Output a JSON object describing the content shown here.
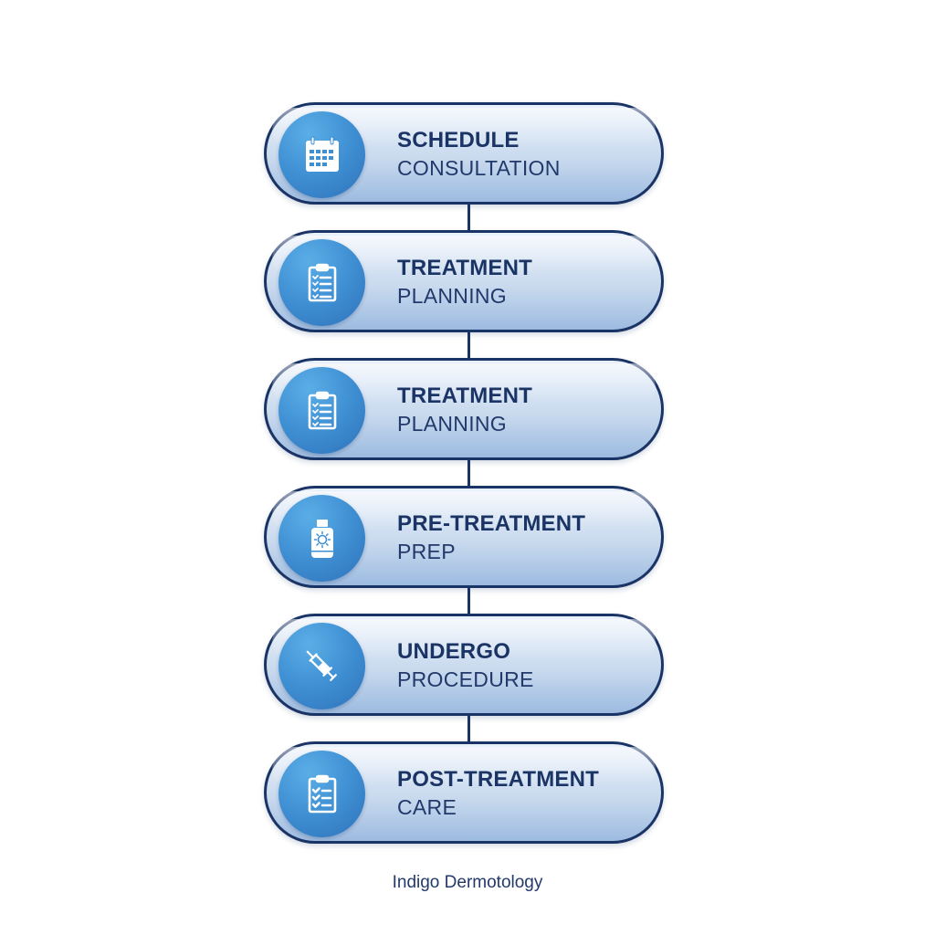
{
  "diagram": {
    "type": "vertical-process-flow",
    "steps": [
      {
        "title": "SCHEDULE",
        "subtitle": "CONSULTATION",
        "icon": "calendar-icon"
      },
      {
        "title": "TREATMENT",
        "subtitle": "PLANNING",
        "icon": "clipboard-checklist-icon"
      },
      {
        "title": "TREATMENT",
        "subtitle": "PLANNING",
        "icon": "clipboard-checklist-icon"
      },
      {
        "title": "PRE-TREATMENT",
        "subtitle": "PREP",
        "icon": "sunscreen-bottle-icon"
      },
      {
        "title": "UNDERGO",
        "subtitle": "PROCEDURE",
        "icon": "syringe-icon"
      },
      {
        "title": "POST-TREATMENT",
        "subtitle": "CARE",
        "icon": "clipboard-checklist-icon"
      }
    ],
    "footer": "Indigo Dermotology"
  },
  "colors": {
    "background": "#ffffff",
    "outline": "#1b3466",
    "text": "#1b3466",
    "icon_circle": "#3f8fd3",
    "pill_top": "#e9f1fa",
    "pill_bottom": "#9dbbe0"
  }
}
